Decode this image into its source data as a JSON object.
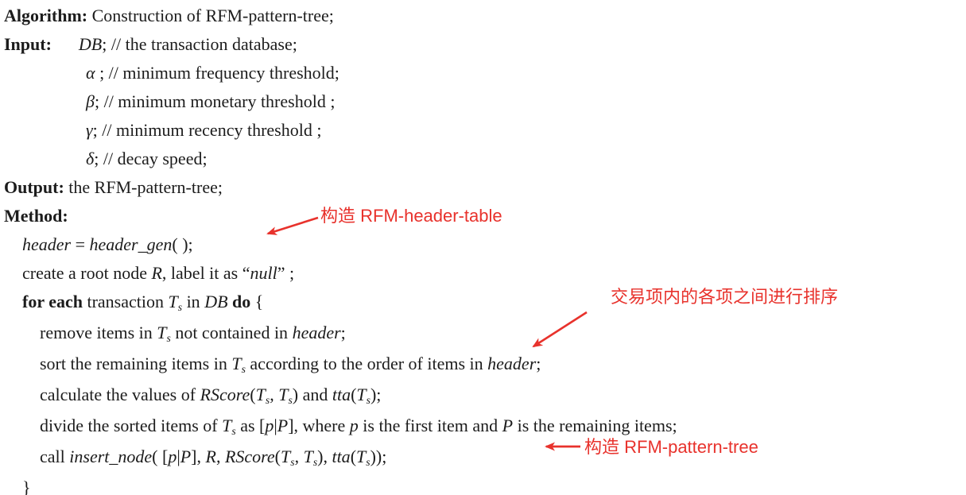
{
  "colors": {
    "background": "#ffffff",
    "text": "#1c1c1c",
    "annotation_red": "#e8322c"
  },
  "code": {
    "lines": [
      {
        "indent": 0,
        "segs": [
          {
            "t": "Algorithm:",
            "s": "b"
          },
          {
            "t": " Construction of RFM-pattern-tree;",
            "s": "r"
          }
        ]
      },
      {
        "indent": 0,
        "segs": [
          {
            "t": "Input:",
            "s": "b"
          },
          {
            "t": "DB",
            "s": "i gap"
          },
          {
            "t": "; // the transaction database;",
            "s": "r"
          }
        ]
      },
      {
        "indent": 3,
        "segs": [
          {
            "t": "α",
            "s": "i"
          },
          {
            "t": " ; // minimum frequency threshold;",
            "s": "r"
          }
        ]
      },
      {
        "indent": 3,
        "segs": [
          {
            "t": "β",
            "s": "i"
          },
          {
            "t": "; // minimum monetary threshold ;",
            "s": "r"
          }
        ]
      },
      {
        "indent": 3,
        "segs": [
          {
            "t": "γ",
            "s": "i"
          },
          {
            "t": "; // minimum recency threshold ;",
            "s": "r"
          }
        ]
      },
      {
        "indent": 3,
        "segs": [
          {
            "t": "δ",
            "s": "i"
          },
          {
            "t": "; // decay speed;",
            "s": "r"
          }
        ]
      },
      {
        "indent": 0,
        "segs": [
          {
            "t": "Output:",
            "s": "b"
          },
          {
            "t": " the RFM-pattern-tree;",
            "s": "r"
          }
        ]
      },
      {
        "indent": 0,
        "segs": [
          {
            "t": "Method:",
            "s": "b"
          }
        ]
      },
      {
        "indent": 1,
        "segs": [
          {
            "t": "header",
            "s": "i"
          },
          {
            "t": " = ",
            "s": "r"
          },
          {
            "t": "header_gen",
            "s": "i"
          },
          {
            "t": "( );",
            "s": "r"
          }
        ]
      },
      {
        "indent": 1,
        "segs": [
          {
            "t": "create a root node ",
            "s": "r"
          },
          {
            "t": "R",
            "s": "i"
          },
          {
            "t": ", label it as “",
            "s": "r"
          },
          {
            "t": "null",
            "s": "i"
          },
          {
            "t": "” ;",
            "s": "r"
          }
        ]
      },
      {
        "indent": 1,
        "segs": [
          {
            "t": "for each",
            "s": "b"
          },
          {
            "t": " transaction ",
            "s": "r"
          },
          {
            "t": "T",
            "s": "i"
          },
          {
            "t": "s",
            "s": "sub"
          },
          {
            "t": " in ",
            "s": "r"
          },
          {
            "t": "DB",
            "s": "i"
          },
          {
            "t": " ",
            "s": "r"
          },
          {
            "t": "do",
            "s": "b"
          },
          {
            "t": " {",
            "s": "r"
          }
        ]
      },
      {
        "indent": 2,
        "segs": [
          {
            "t": "remove items in ",
            "s": "r"
          },
          {
            "t": "T",
            "s": "i"
          },
          {
            "t": "s",
            "s": "sub"
          },
          {
            "t": " not contained in ",
            "s": "r"
          },
          {
            "t": "header",
            "s": "i"
          },
          {
            "t": ";",
            "s": "r"
          }
        ]
      },
      {
        "indent": 2,
        "segs": [
          {
            "t": "sort the remaining items in ",
            "s": "r"
          },
          {
            "t": "T",
            "s": "i"
          },
          {
            "t": "s",
            "s": "sub"
          },
          {
            "t": " according to the order of items in ",
            "s": "r"
          },
          {
            "t": "header",
            "s": "i"
          },
          {
            "t": ";",
            "s": "r"
          }
        ]
      },
      {
        "indent": 2,
        "segs": [
          {
            "t": "calculate the values of ",
            "s": "r"
          },
          {
            "t": "RScore",
            "s": "i"
          },
          {
            "t": "(",
            "s": "r"
          },
          {
            "t": "T",
            "s": "i"
          },
          {
            "t": "s",
            "s": "sub"
          },
          {
            "t": ", ",
            "s": "r"
          },
          {
            "t": "T",
            "s": "i"
          },
          {
            "t": "s",
            "s": "sub"
          },
          {
            "t": ") and ",
            "s": "r"
          },
          {
            "t": "tta",
            "s": "i"
          },
          {
            "t": "(",
            "s": "r"
          },
          {
            "t": "T",
            "s": "i"
          },
          {
            "t": "s",
            "s": "sub"
          },
          {
            "t": ");",
            "s": "r"
          }
        ]
      },
      {
        "indent": 2,
        "segs": [
          {
            "t": "divide the sorted items of ",
            "s": "r"
          },
          {
            "t": "T",
            "s": "i"
          },
          {
            "t": "s",
            "s": "sub"
          },
          {
            "t": " as [",
            "s": "r"
          },
          {
            "t": "p",
            "s": "i"
          },
          {
            "t": "|",
            "s": "r"
          },
          {
            "t": "P",
            "s": "i"
          },
          {
            "t": "], where ",
            "s": "r"
          },
          {
            "t": "p",
            "s": "i"
          },
          {
            "t": " is the first item and ",
            "s": "r"
          },
          {
            "t": "P",
            "s": "i"
          },
          {
            "t": " is the remaining items;",
            "s": "r"
          }
        ]
      },
      {
        "indent": 2,
        "segs": [
          {
            "t": "call ",
            "s": "r"
          },
          {
            "t": "insert_node",
            "s": "i"
          },
          {
            "t": "( [",
            "s": "r"
          },
          {
            "t": "p",
            "s": "i"
          },
          {
            "t": "|",
            "s": "r"
          },
          {
            "t": "P",
            "s": "i"
          },
          {
            "t": "], ",
            "s": "r"
          },
          {
            "t": "R",
            "s": "i"
          },
          {
            "t": ", ",
            "s": "r"
          },
          {
            "t": "RScore",
            "s": "i"
          },
          {
            "t": "(",
            "s": "r"
          },
          {
            "t": "T",
            "s": "i"
          },
          {
            "t": "s",
            "s": "sub"
          },
          {
            "t": ", ",
            "s": "r"
          },
          {
            "t": "T",
            "s": "i"
          },
          {
            "t": "s",
            "s": "sub"
          },
          {
            "t": "), ",
            "s": "r"
          },
          {
            "t": "tta",
            "s": "i"
          },
          {
            "t": "(",
            "s": "r"
          },
          {
            "t": "T",
            "s": "i"
          },
          {
            "t": "s",
            "s": "sub"
          },
          {
            "t": "));",
            "s": "r"
          }
        ]
      },
      {
        "indent": 1,
        "segs": [
          {
            "t": "}",
            "s": "r"
          }
        ]
      }
    ]
  },
  "annotations": [
    {
      "text": "构造 RFM-header-table"
    },
    {
      "text": "交易项内的各项之间进行排序"
    },
    {
      "text": "构造 RFM-pattern-tree"
    }
  ]
}
